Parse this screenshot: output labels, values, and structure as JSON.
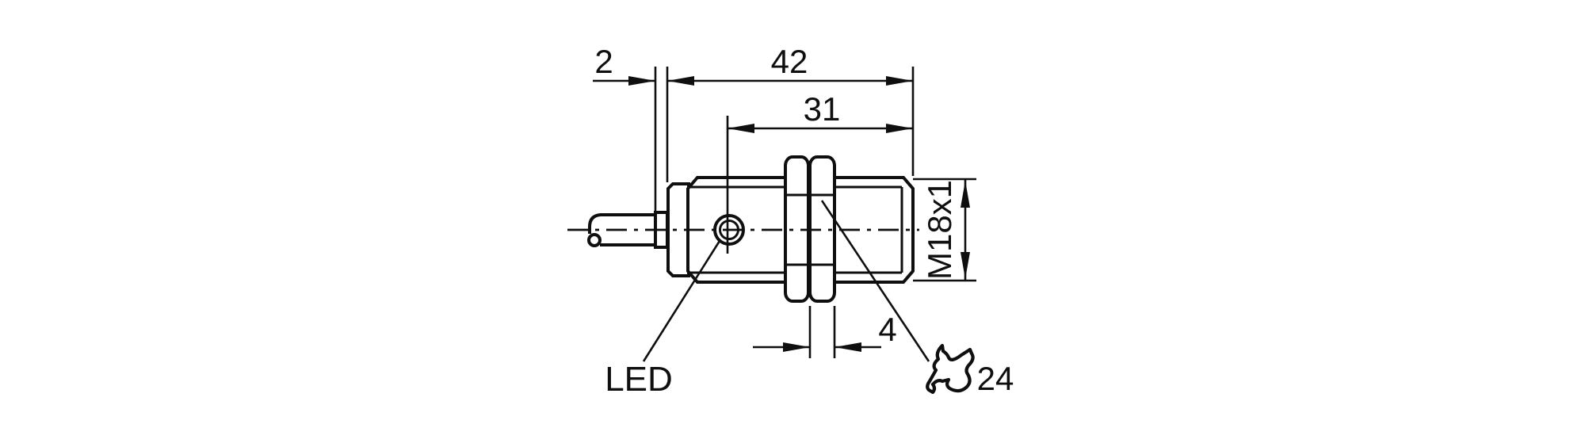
{
  "drawing": {
    "type": "technical-dimension-drawing",
    "background_color": "#ffffff",
    "line_color": "#0f0f0f",
    "annotations": {
      "dim_rear_step": "2",
      "dim_housing_length": "42",
      "dim_thread_length": "31",
      "dim_nut_width": "4",
      "thread_designation": "M18x1",
      "led_label": "LED",
      "wrench_size": "24"
    }
  }
}
